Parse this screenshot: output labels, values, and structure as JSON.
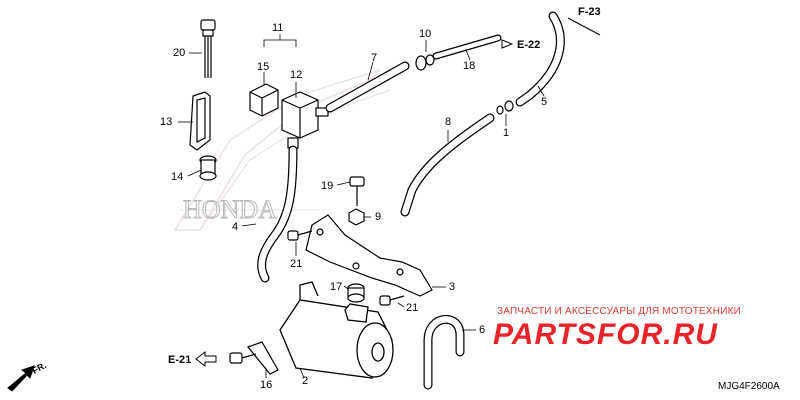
{
  "diagram": {
    "callouts": [
      {
        "id": "1",
        "text": "1"
      },
      {
        "id": "2",
        "text": "2"
      },
      {
        "id": "3",
        "text": "3"
      },
      {
        "id": "4",
        "text": "4"
      },
      {
        "id": "5",
        "text": "5"
      },
      {
        "id": "6",
        "text": "6"
      },
      {
        "id": "7",
        "text": "7"
      },
      {
        "id": "8",
        "text": "8"
      },
      {
        "id": "9",
        "text": "9"
      },
      {
        "id": "10",
        "text": "10"
      },
      {
        "id": "11",
        "text": "11"
      },
      {
        "id": "12",
        "text": "12"
      },
      {
        "id": "13",
        "text": "13"
      },
      {
        "id": "14",
        "text": "14"
      },
      {
        "id": "15",
        "text": "15"
      },
      {
        "id": "16",
        "text": "16"
      },
      {
        "id": "17",
        "text": "17"
      },
      {
        "id": "18",
        "text": "18"
      },
      {
        "id": "19",
        "text": "19"
      },
      {
        "id": "20",
        "text": "20"
      },
      {
        "id": "21a",
        "text": "21"
      },
      {
        "id": "21b",
        "text": "21"
      }
    ],
    "refs": {
      "f23": "F-23",
      "e22": "E-22",
      "e21": "E-21",
      "fr": "FR."
    },
    "background_mark": "HONDA",
    "diagram_code": "MJG4F2600A"
  },
  "watermark": {
    "caption": "ЗАПЧАСТИ И АКСЕССУАРЫ ДЛЯ МОТОТЕХНИКИ",
    "logo": "PARTSFOR.RU",
    "color": "#e8232a"
  }
}
